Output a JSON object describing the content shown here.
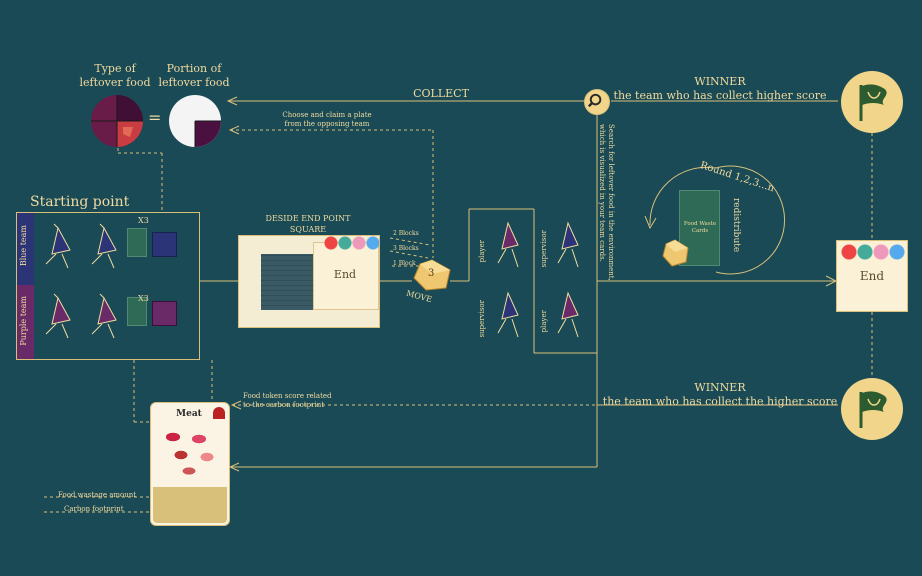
{
  "type_label": [
    "Type of",
    "leftover food"
  ],
  "portion_label": [
    "Portion of",
    "leftover food"
  ],
  "equals": "=",
  "collect": "COLLECT",
  "choose_plate": [
    "Choose and claim a plate",
    "from the opposing team"
  ],
  "winner_top": [
    "WINNER",
    "the team who has collect higher score"
  ],
  "winner_bottom": [
    "WINNER",
    "the team who has collect the higher score"
  ],
  "search_text": [
    "Search for leftover food in the environment,",
    "which is visualized in your team cards."
  ],
  "round": "Round 1,2,3...n",
  "redistribute": "redistribute",
  "food_waste_card": [
    "Food Waste",
    "Cards"
  ],
  "starting_point": "Starting point",
  "blue_team": "Blue team",
  "purple_team": "Purple team",
  "x3": "X3",
  "deside": [
    "DESIDE END POINT",
    "SQUARE"
  ],
  "end": "End",
  "blocks": [
    "2 Blocks",
    "3 Blocks",
    "1 Block"
  ],
  "move": "MOVE",
  "dice_number": "3",
  "player": "player",
  "supervisor": "supervisor",
  "meat": "Meat",
  "food_token": [
    "Food token score related",
    "to the carbon footprint"
  ],
  "wastage": "Food wastage amount",
  "carbon": "Carbon footprint",
  "colors": {
    "bg": "#1a4a55",
    "line": "#d9c07a",
    "text": "#f1dba0",
    "badge": "#f0d58a",
    "purple": "#6a2a68",
    "navy": "#2c3478"
  },
  "icons": [
    "magnifier-icon",
    "flag-icon",
    "laurel-icon",
    "dice-icon",
    "runner-icon"
  ]
}
